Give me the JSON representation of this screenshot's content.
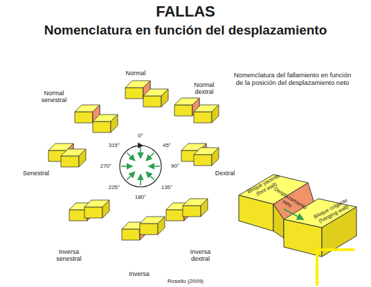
{
  "diagram": {
    "title": "FALLAS",
    "caption": "Rosello (2009)",
    "labels": [
      "Nomenclatura en función del desplazamiento",
      "Normal",
      "Normal senestral",
      "Normal dextral",
      "Nomenclatura del fallamiento en función de la posición del desplazamiento neto",
      "0°",
      "315°",
      "45°",
      "Senestral",
      "270°",
      "90°",
      "Dextral",
      "225°",
      "135°",
      "180°",
      "Bloque yacente (foot wall)",
      "Desplazamiento neto",
      "Bloque colgante (hanging wall)",
      "Inversa senestral",
      "Inversa dextral",
      "Inversa"
    ]
  }
}
